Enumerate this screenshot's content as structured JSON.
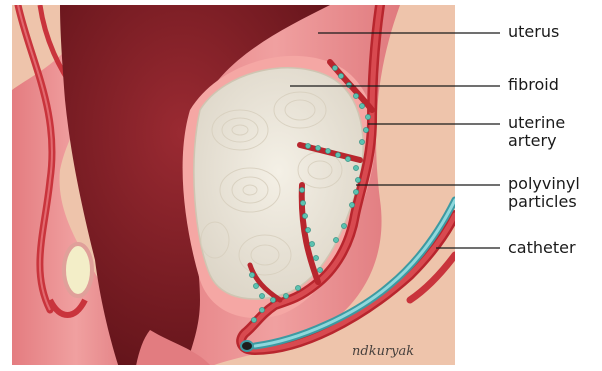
{
  "labels": {
    "uterus": "uterus",
    "fibroid": "fibroid",
    "uterine_artery": [
      "uterine",
      "artery"
    ],
    "polyvinyl_particles": [
      "polyvinyl",
      "particles"
    ],
    "catheter": "catheter"
  },
  "signature": "ndkuryak",
  "colors": {
    "background": "#f0c8ae",
    "uterine_wall": "#e98a8a",
    "uterine_cavity": "#7a1d24",
    "fibroid": "#ece6da",
    "artery": "#c9333b",
    "particles": "#5cc1b0",
    "catheter": "#66c3c8",
    "leader_lines": "#1a1a1a"
  }
}
